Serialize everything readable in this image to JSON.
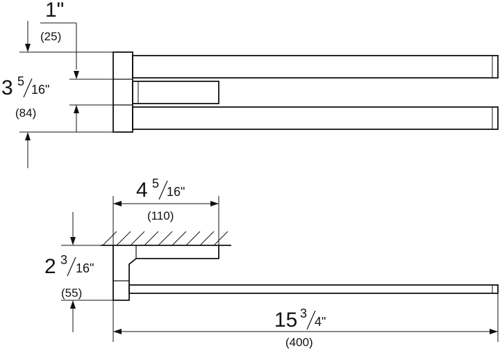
{
  "dims": {
    "top_gap": {
      "inch": "1\"",
      "mm": "(25)"
    },
    "top_height": {
      "whole": "3",
      "num": "5",
      "den": "16\"",
      "mm": "(84)"
    },
    "depth": {
      "whole": "4",
      "num": "5",
      "den": "16\"",
      "mm": "(110)"
    },
    "bottom_height": {
      "whole": "2",
      "num": "3",
      "den": "16\"",
      "mm": "(55)"
    },
    "length": {
      "whole": "15",
      "num": "3",
      "den": "4\"",
      "mm": "(400)"
    }
  }
}
